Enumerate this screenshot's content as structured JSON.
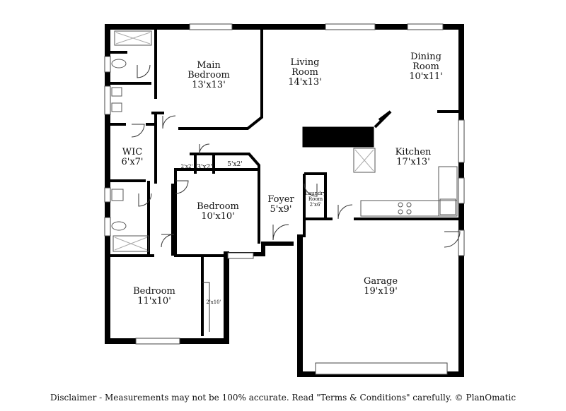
{
  "rooms": {
    "main_bedroom": {
      "name_1": "Main",
      "name_2": "Bedroom",
      "size": "13'x13'"
    },
    "living_room": {
      "name_1": "Living",
      "name_2": "Room",
      "size": "14'x13'"
    },
    "dining_room": {
      "name_1": "Dining",
      "name_2": "Room",
      "size": "10'x11'"
    },
    "wic": {
      "name": "WIC",
      "size": "6'x7'"
    },
    "kitchen": {
      "name": "Kitchen",
      "size": "17'x13'"
    },
    "closet_a": {
      "size": "2'x2'"
    },
    "closet_b": {
      "size": "3'x2'"
    },
    "closet_c": {
      "size": "5'x2'"
    },
    "laundry": {
      "name_1": "Laundry",
      "name_2": "Room",
      "size": "2'x6'"
    },
    "bedroom_mid": {
      "name": "Bedroom",
      "size": "10'x10'"
    },
    "foyer": {
      "name": "Foyer",
      "size": "5'x9'"
    },
    "garage": {
      "name": "Garage",
      "size": "19'x19'"
    },
    "bedroom_low": {
      "name": "Bedroom",
      "size": "11'x10'"
    },
    "closet_d": {
      "size": "2'x10'"
    }
  },
  "disclaimer": "Disclaimer - Measurements may not be 100% accurate. Read \"Terms & Conditions\" carefully. © PlanOmatic",
  "colors": {
    "wall": "#000000",
    "fixture": "#555555",
    "background": "#ffffff"
  }
}
